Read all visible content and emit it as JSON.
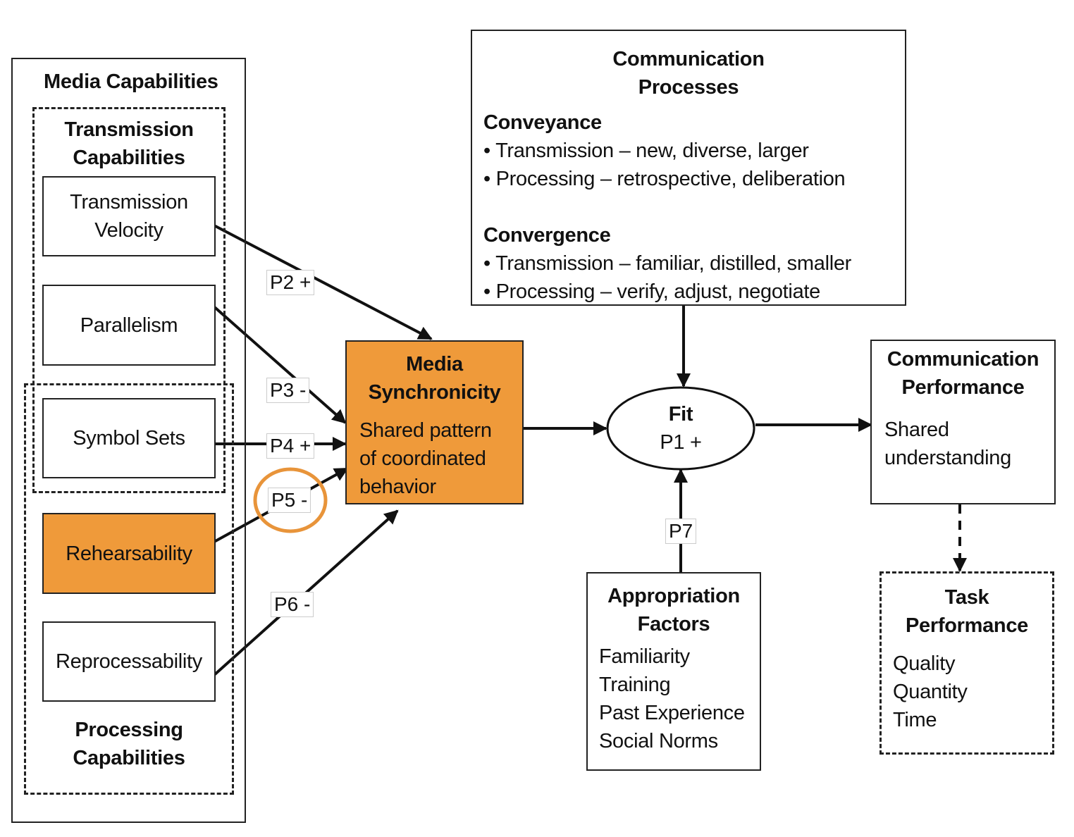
{
  "media_capabilities": {
    "title": "Media Capabilities",
    "transmission": {
      "title_line1": "Transmission",
      "title_line2": "Capabilities",
      "velocity_line1": "Transmission",
      "velocity_line2": "Velocity",
      "parallelism": "Parallelism"
    },
    "symbol_sets": "Symbol Sets",
    "rehearsability": "Rehearsability",
    "reprocessability": "Reprocessability",
    "processing": {
      "title_line1": "Processing",
      "title_line2": "Capabilities"
    }
  },
  "propositions": {
    "p2": "P2 +",
    "p3": "P3 -",
    "p4": "P4 +",
    "p5": "P5 -",
    "p6": "P6 -",
    "p7": "P7"
  },
  "synchronicity": {
    "title_line1": "Media",
    "title_line2": "Synchronicity",
    "desc_line1": "Shared pattern",
    "desc_line2": "of coordinated",
    "desc_line3": "behavior"
  },
  "communication_processes": {
    "title_line1": "Communication",
    "title_line2": "Processes",
    "conveyance_title": "Conveyance",
    "conveyance_items": [
      "• Transmission – new, diverse, larger",
      "• Processing – retrospective, deliberation"
    ],
    "convergence_title": "Convergence",
    "convergence_items": [
      "• Transmission – familiar, distilled, smaller",
      "• Processing – verify, adjust, negotiate"
    ]
  },
  "fit": {
    "title": "Fit",
    "label": "P1 +"
  },
  "communication_performance": {
    "title_line1": "Communication",
    "title_line2": "Performance",
    "desc_line1": "Shared",
    "desc_line2": "understanding"
  },
  "appropriation_factors": {
    "title_line1": "Appropriation",
    "title_line2": "Factors",
    "items": [
      "Familiarity",
      "Training",
      "Past Experience",
      "Social Norms"
    ]
  },
  "task_performance": {
    "title_line1": "Task",
    "title_line2": "Performance",
    "items": [
      "Quality",
      "Quantity",
      "Time"
    ]
  },
  "colors": {
    "highlight_fill": "#ef9a3a",
    "annotation_circle": "#e8943a",
    "line": "#111111"
  }
}
